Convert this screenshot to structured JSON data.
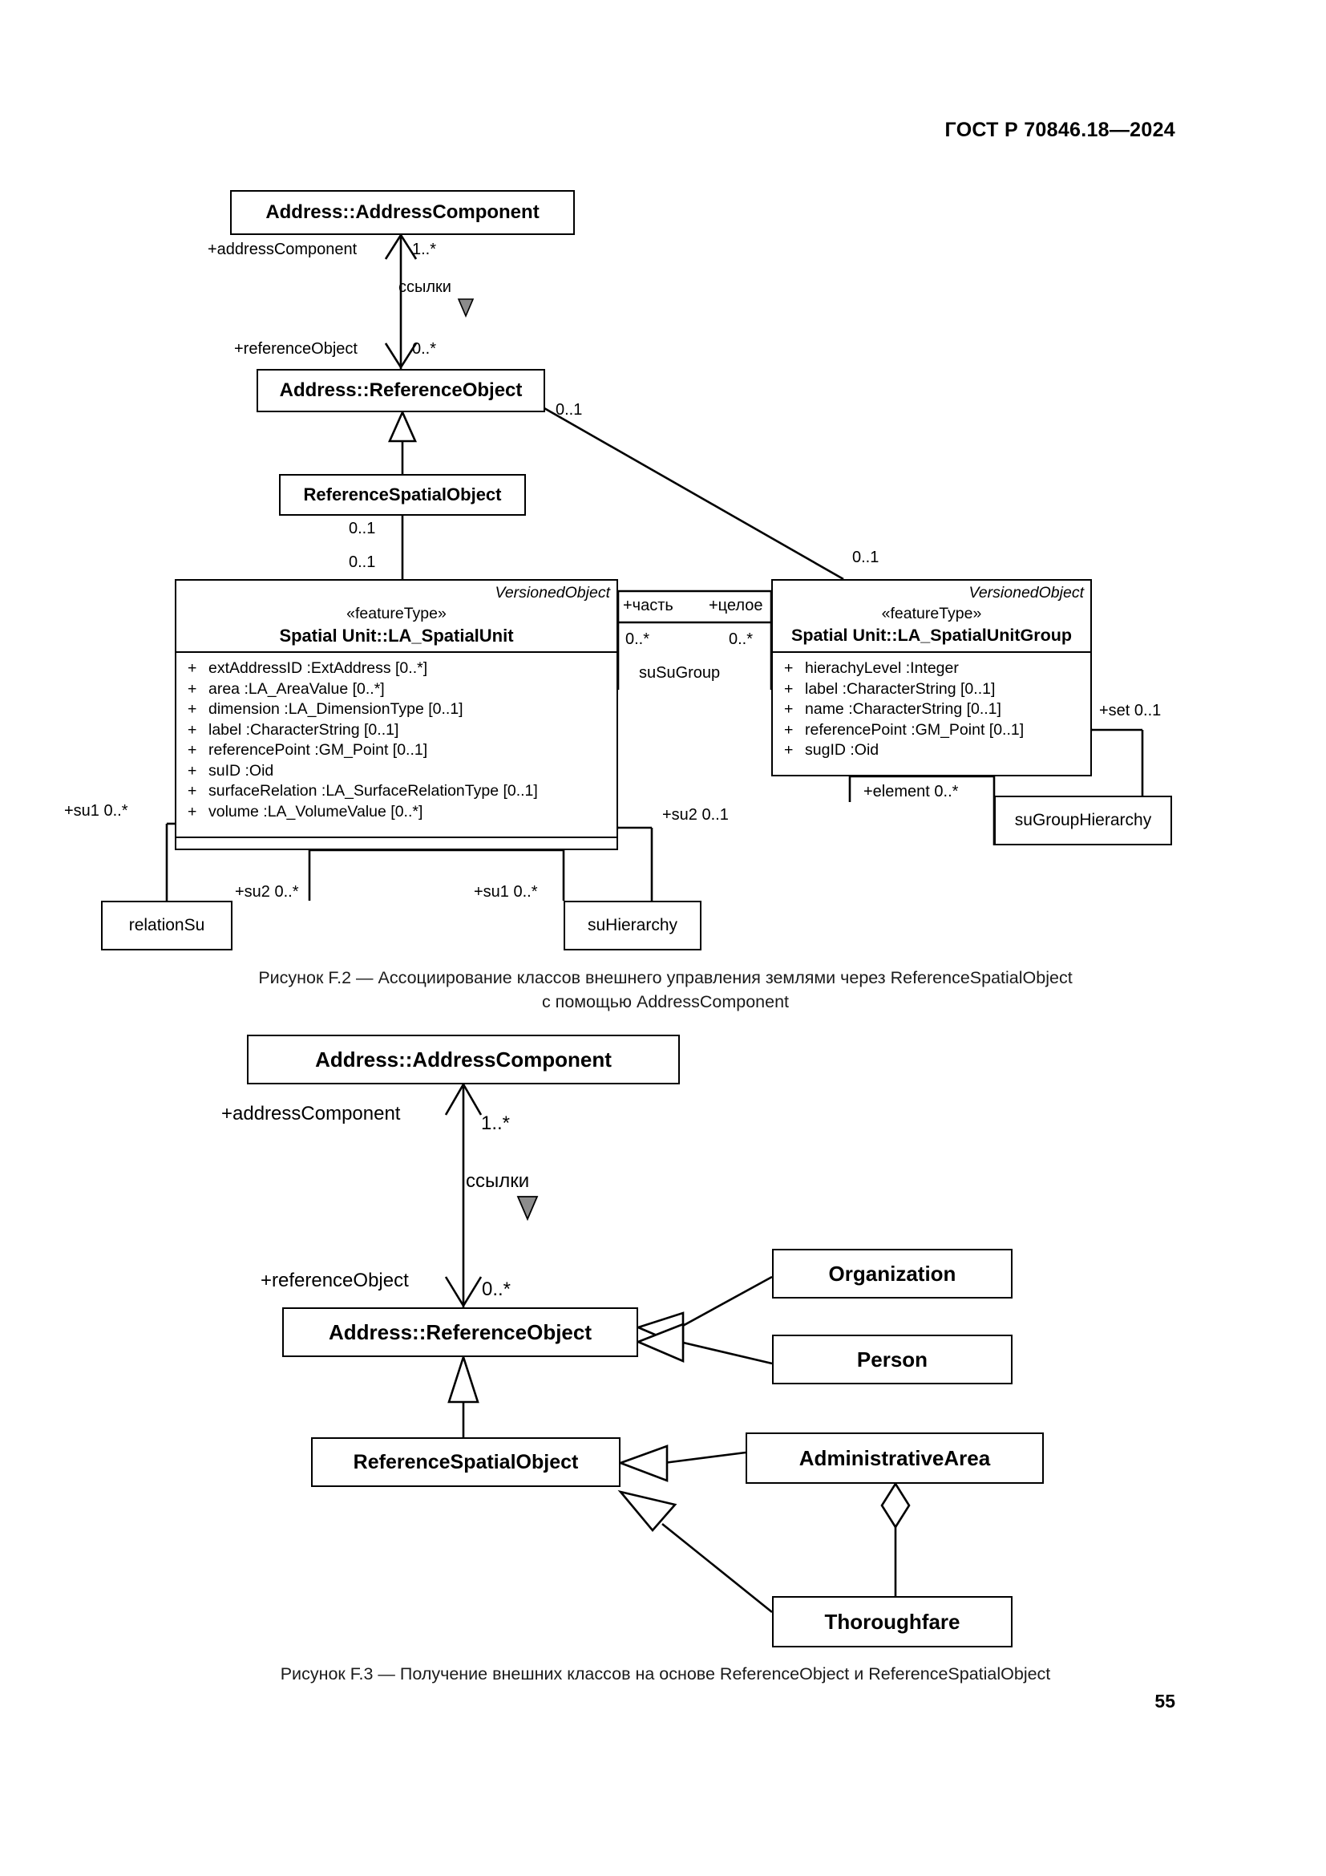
{
  "document": {
    "header": "ГОСТ Р 70846.18—2024",
    "page_number": "55"
  },
  "figure_f2": {
    "caption_line1": "Рисунок F.2 — Ассоциирование классов внешнего управления землями через ReferenceSpatialObject",
    "caption_line2": "с помощью AddressComponent",
    "classes": {
      "address_component": {
        "title": "Address::AddressComponent"
      },
      "reference_object": {
        "title": "Address::ReferenceObject"
      },
      "reference_spatial_object": {
        "title": "ReferenceSpatialObject"
      },
      "spatial_unit": {
        "versioned": "VersionedObject",
        "stereotype": "«featureType»",
        "title": "Spatial Unit::LA_SpatialUnit",
        "attributes": [
          {
            "visibility": "+",
            "text": "extAddressID  :ExtAddress [0..*]"
          },
          {
            "visibility": "+",
            "text": "area  :LA_AreaValue [0..*]"
          },
          {
            "visibility": "+",
            "text": "dimension  :LA_DimensionType [0..1]"
          },
          {
            "visibility": "+",
            "text": "label  :CharacterString [0..1]"
          },
          {
            "visibility": "+",
            "text": "referencePoint  :GM_Point [0..1]"
          },
          {
            "visibility": "+",
            "text": "suID  :Oid"
          },
          {
            "visibility": "+",
            "text": "surfaceRelation  :LA_SurfaceRelationType [0..1]"
          },
          {
            "visibility": "+",
            "text": "volume  :LA_VolumeValue [0..*]"
          }
        ]
      },
      "spatial_unit_group": {
        "versioned": "VersionedObject",
        "stereotype": "«featureType»",
        "title": "Spatial Unit::LA_SpatialUnitGroup",
        "attributes": [
          {
            "visibility": "+",
            "text": "hierachyLevel  :Integer"
          },
          {
            "visibility": "+",
            "text": "label  :CharacterString [0..1]"
          },
          {
            "visibility": "+",
            "text": "name  :CharacterString [0..1]"
          },
          {
            "visibility": "+",
            "text": "referencePoint  :GM_Point [0..1]"
          },
          {
            "visibility": "+",
            "text": "sugID  :Oid"
          }
        ]
      },
      "relation_su": {
        "title": "relationSu"
      },
      "su_hierarchy": {
        "title": "suHierarchy"
      },
      "su_group_hierarchy": {
        "title": "suGroupHierarchy"
      }
    },
    "labels": {
      "address_component_role": "+addressComponent",
      "address_component_mult": "1..*",
      "link_label": "ссылки",
      "reference_object_role": "+referenceObject",
      "reference_object_mult": "0..*",
      "ro_to_sug_mult_near": "0..1",
      "ro_to_sug_mult_far": "0..1",
      "rso_mult_top": "0..1",
      "rso_mult_bottom": "0..1",
      "part_role": "+часть",
      "whole_role": "+целое",
      "part_mult": "0..*",
      "whole_mult": "0..*",
      "su_su_group_name": "suSuGroup",
      "set_role": "+set 0..1",
      "element_role": "+element 0..*",
      "su1_left": "+su1 0..*",
      "su2_right": "+su2 0..1",
      "su2_bottom": "+su2 0..*",
      "su1_bottom": "+su1 0..*"
    }
  },
  "figure_f3": {
    "caption": "Рисунок F.3 — Получение внешних классов на основе ReferenceObject и ReferenceSpatialObject",
    "classes": {
      "address_component": {
        "title": "Address::AddressComponent"
      },
      "reference_object": {
        "title": "Address::ReferenceObject"
      },
      "reference_spatial_object": {
        "title": "ReferenceSpatialObject"
      },
      "organization": {
        "title": "Organization"
      },
      "person": {
        "title": "Person"
      },
      "administrative_area": {
        "title": "AdministrativeArea"
      },
      "thoroughfare": {
        "title": "Thoroughfare"
      }
    },
    "labels": {
      "address_component_role": "+addressComponent",
      "address_component_mult": "1..*",
      "link_label": "ссылки",
      "reference_object_role": "+referenceObject",
      "reference_object_mult": "0..*"
    }
  }
}
